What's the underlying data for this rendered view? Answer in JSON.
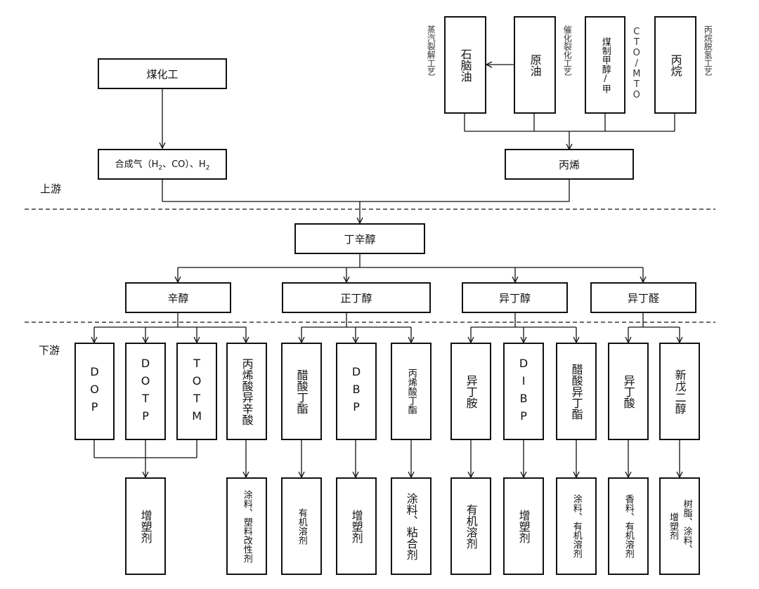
{
  "zones": {
    "upstream": "上游",
    "downstream": "下游"
  },
  "upstream": {
    "coal": "煤化工",
    "syngas": "合成气（H",
    "syngas_2": "、CO）、H",
    "sub2": "2",
    "naphtha": "石脑油",
    "crude": "原油",
    "methanol": "煤制甲醇/甲",
    "propane": "丙烷",
    "propylene": "丙烯",
    "note_steam": "蒸汽裂解工艺",
    "note_catalytic": "催化裂化工艺",
    "note_cto": "CTO/MTO",
    "note_pdh": "丙烷脱氢工艺"
  },
  "center": "丁辛醇",
  "mid": {
    "octanol": "辛醇",
    "nbutanol": "正丁醇",
    "isobutanol": "异丁醇",
    "isobutyraldehyde": "异丁醛"
  },
  "products": {
    "dop": "DOP",
    "dotp": "DOTP",
    "totm": "TOTM",
    "ehacrylate": "丙烯酸异辛酸",
    "butylacetate": "醋酸丁酯",
    "dbp": "DBP",
    "butylacrylate": "丙烯酸丁酯",
    "isobutylamine": "异丁胺",
    "dibp": "DIBP",
    "isobutylacetate": "醋酸异丁酯",
    "isobutyricacid": "异丁酸",
    "npg": "新戊二醇"
  },
  "applications": {
    "plasticizer_a": "增塑剂",
    "coating_plastic": "涂料、塑料改性剂",
    "organic_solvent_a": "有机溶剂",
    "plasticizer_b": "增塑剂",
    "coating_adhesive": "涂料、粘合剂",
    "organic_solvent_b": "有机溶剂",
    "plasticizer_c": "增塑剂",
    "coating_solvent": "涂料、有机溶剂",
    "fragrance_solvent": "香料、有机溶剂",
    "resin_coating": "树脂、涂料、",
    "plasticizer_d": "增塑剂"
  }
}
